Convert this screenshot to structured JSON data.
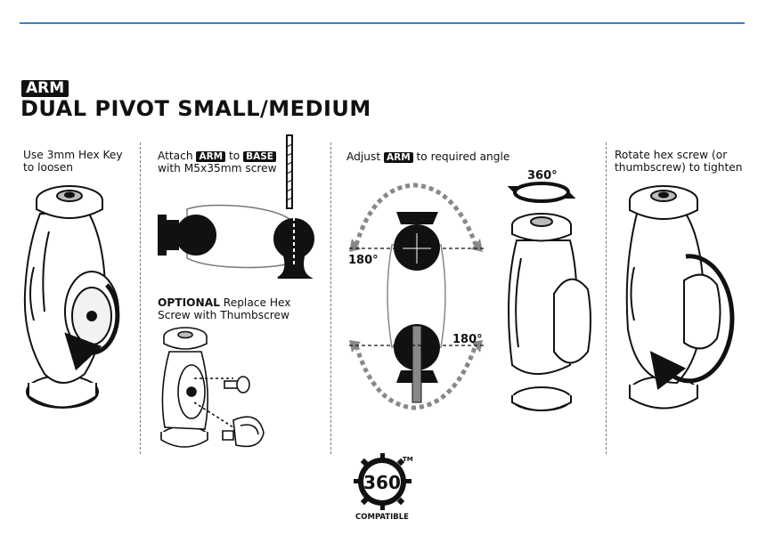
{
  "header": {
    "category_tag": "ARM",
    "title": "DUAL PIVOT SMALL/MEDIUM"
  },
  "steps": [
    {
      "text": "Use 3mm Hex Key to loosen",
      "line1": "Use 3mm Hex Key",
      "line2": "to loosen"
    },
    {
      "line1_pre": "Attach ",
      "line1_tag1": "ARM",
      "line1_mid": " to ",
      "line1_tag2": "BASE",
      "line2": "with M5x35mm screw"
    },
    {
      "optional_label": "OPTIONAL",
      "optional_rest": " Replace Hex",
      "line2": "Screw with Thumbscrew"
    },
    {
      "pre": "Adjust ",
      "tag": "ARM",
      "post": " to required angle"
    },
    {
      "line1": "Rotate hex screw (or",
      "line2": "thumbscrew) to tighten"
    }
  ],
  "labels": {
    "rotate_360": "360°",
    "angle_left": "180°",
    "angle_right": "180°"
  },
  "badge": {
    "number": "360",
    "trademark": "TM",
    "caption": "COMPATIBLE"
  }
}
